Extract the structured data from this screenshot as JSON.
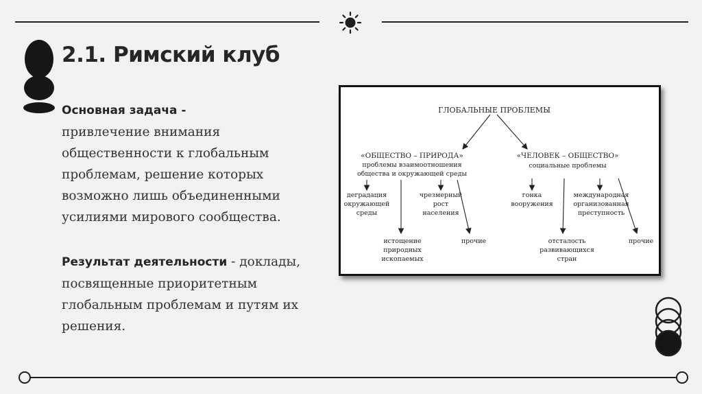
{
  "slide": {
    "title": "2.1. Римский клуб",
    "task_label": "Основная задача",
    "task_separator": " -",
    "task_text": "привлечение внимания общественности к глобальным проблемам, решение которых возможно лишь объединенными усилиями мирового сообщества.",
    "result_label": "Результат деятельности",
    "result_text": " - доклады, посвященные приоритетным глобальным проблемам и путям их решения."
  },
  "diagram": {
    "root": "ГЛОБАЛЬНЫЕ ПРОБЛЕМЫ",
    "left_branch": {
      "title": "«ОБЩЕСТВО – ПРИРОДА»",
      "subtitle_line1": "проблемы взаимоотношения",
      "subtitle_line2": "общества и окружающей среды",
      "item1_line1": "деградация",
      "item1_line2": "окружающей",
      "item1_line3": "среды",
      "item2_line1": "чрезмерный",
      "item2_line2": "рост",
      "item2_line3": "населения",
      "item3_line1": "истощение",
      "item3_line2": "природных",
      "item3_line3": "ископаемых",
      "item4": "прочие"
    },
    "right_branch": {
      "title": "«ЧЕЛОВЕК – ОБЩЕСТВО»",
      "subtitle": "социальные проблемы",
      "item1_line1": "гонка",
      "item1_line2": "вооружения",
      "item2_line1": "международная",
      "item2_line2": "организованная",
      "item2_line3": "преступность",
      "item3_line1": "отсталость",
      "item3_line2": "развивающихся",
      "item3_line3": "стран",
      "item4": "прочие"
    }
  },
  "colors": {
    "background": "#f2f2f2",
    "ink": "#1e1e1e",
    "text": "#262626"
  },
  "icons": [
    "sun-icon",
    "figure-icon",
    "stacked-circles-icon"
  ]
}
